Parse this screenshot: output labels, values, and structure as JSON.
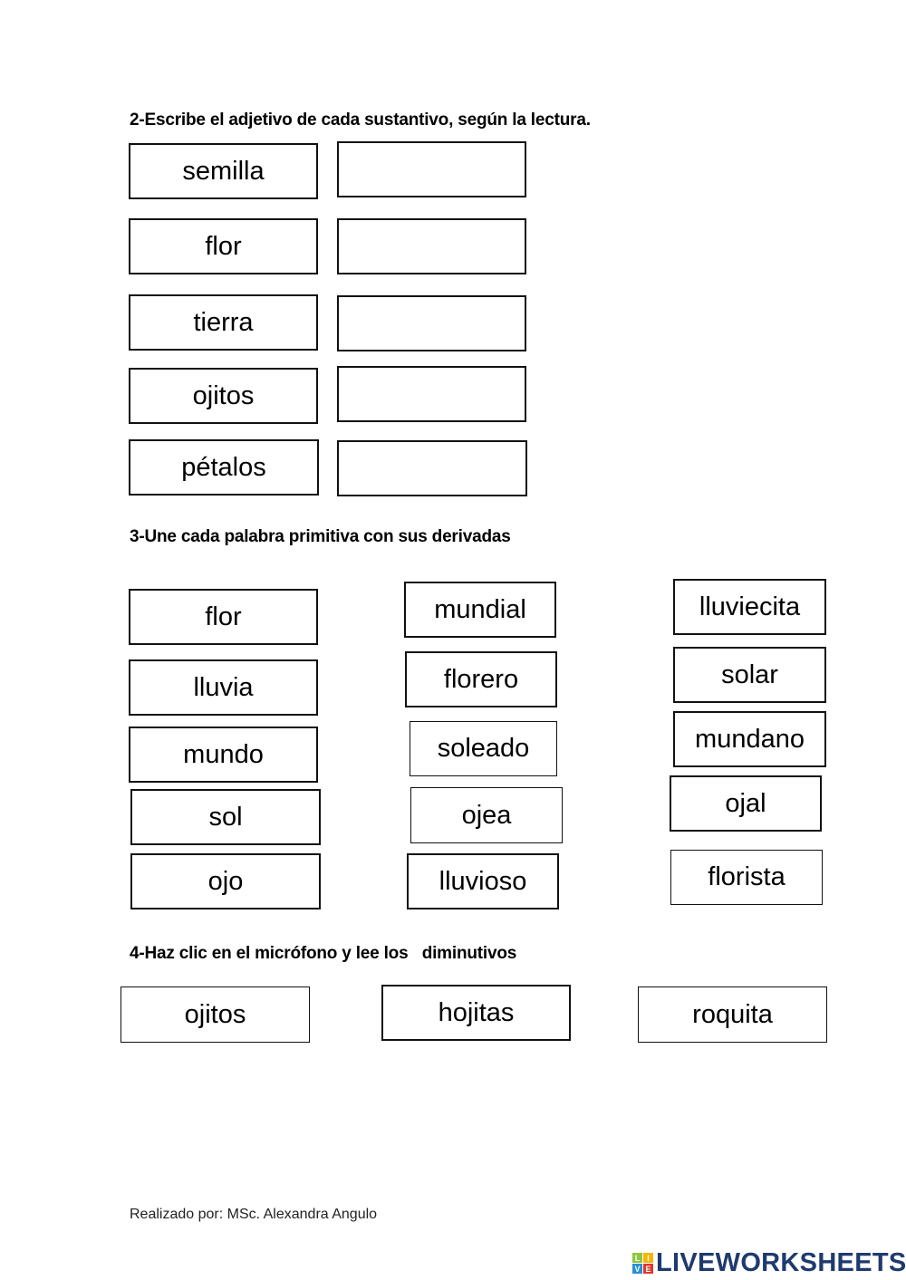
{
  "section2": {
    "heading": "2-Escribe el adjetivo de cada sustantivo, según la lectura.",
    "nouns": [
      "semilla",
      "flor",
      "tierra",
      "ojitos",
      "pétalos"
    ],
    "answers": [
      "",
      "",
      "",
      "",
      ""
    ]
  },
  "section3": {
    "heading": "3-Une cada palabra primitiva con sus derivadas",
    "column1": [
      "flor",
      "lluvia",
      "mundo",
      "sol",
      "ojo"
    ],
    "column2": [
      "mundial",
      "florero",
      "soleado",
      "ojea",
      "lluvioso"
    ],
    "column3": [
      "lluviecita",
      "solar",
      "mundano",
      "ojal",
      "florista"
    ]
  },
  "section4": {
    "heading": "4-Haz clic en el micrófono y lee los   diminutivos",
    "words": [
      "ojitos",
      "hojitas",
      "roquita"
    ]
  },
  "footer": {
    "author": "Realizado por: MSc. Alexandra Angulo"
  },
  "logo": {
    "letters": [
      "L",
      "I",
      "V",
      "E"
    ],
    "letter_colors": [
      "#8dc63f",
      "#f7b500",
      "#2a8fd6",
      "#e5352b"
    ],
    "text": "LIVEWORKSHEETS",
    "color": "#1f3a6e"
  }
}
